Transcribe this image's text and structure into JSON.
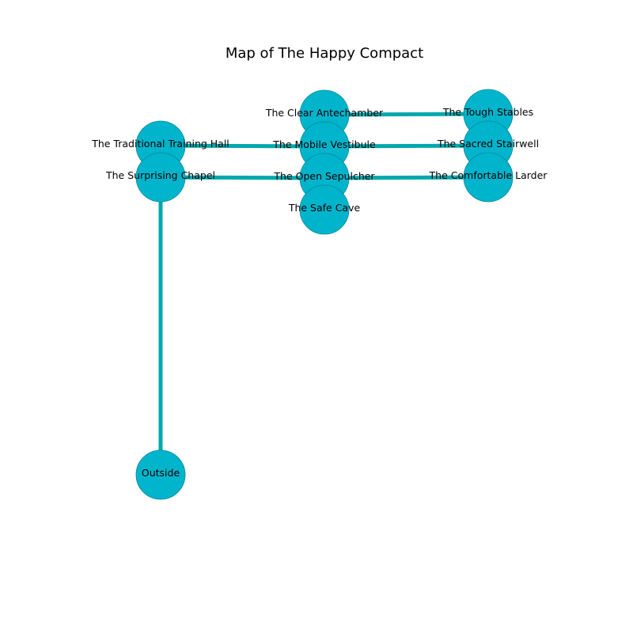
{
  "title": "Map of The Happy Compact",
  "colors": {
    "node": "#00b4cc",
    "node_edge": "#00889a",
    "edge": "#00a8ad"
  },
  "nodes": [
    {
      "id": "clear",
      "label": "The Clear Antechamber"
    },
    {
      "id": "tough",
      "label": "The Tough Stables"
    },
    {
      "id": "traditional",
      "label": "The Traditional Training Hall"
    },
    {
      "id": "mobile",
      "label": "The Mobile Vestibule"
    },
    {
      "id": "sacred",
      "label": "The Sacred Stairwell"
    },
    {
      "id": "surprising",
      "label": "The Surprising Chapel"
    },
    {
      "id": "open",
      "label": "The Open Sepulcher"
    },
    {
      "id": "comfortable",
      "label": "The Comfortable Larder"
    },
    {
      "id": "safe",
      "label": "The Safe Cave"
    },
    {
      "id": "outside",
      "label": "Outside"
    }
  ],
  "edges": [
    [
      "clear",
      "tough"
    ],
    [
      "traditional",
      "mobile"
    ],
    [
      "mobile",
      "sacred"
    ],
    [
      "surprising",
      "open"
    ],
    [
      "open",
      "comfortable"
    ],
    [
      "surprising",
      "outside"
    ]
  ]
}
